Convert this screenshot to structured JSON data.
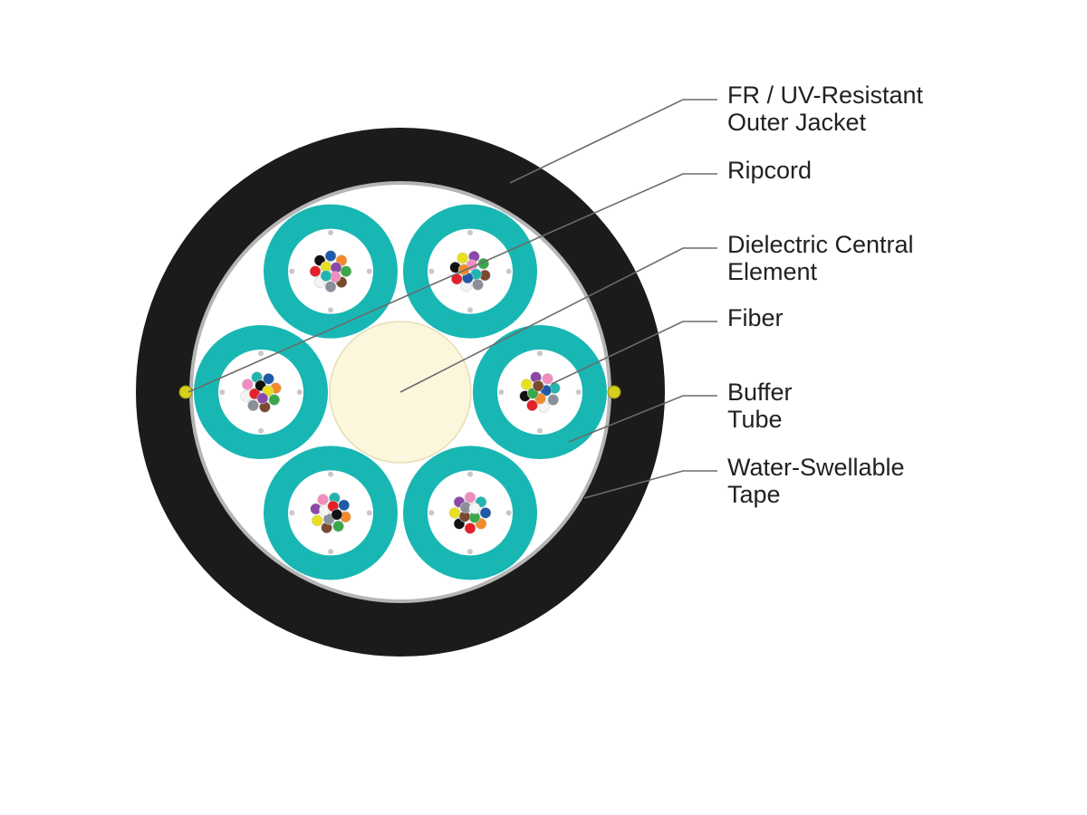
{
  "diagram": {
    "colors": {
      "outer_jacket": "#1c1a1b",
      "jacket_inner_ring": "#b5b5b5",
      "tape_fill": "#ffffff",
      "buffer_tube": "#18b7b4",
      "central_element": "#fcf7dc",
      "central_element_stroke": "#e4ddb3",
      "leader_line": "#6b6b6b",
      "label_text": "#231f20",
      "ripcord": "#d6cf1e"
    },
    "fiber_colors": [
      "#1f5aa8",
      "#f28a2a",
      "#3aa84a",
      "#7a4a2f",
      "#8a8f99",
      "#f4f4f4",
      "#e4202a",
      "#111111",
      "#e8e01e",
      "#8b48a8",
      "#f08dbe",
      "#22b5b0"
    ],
    "buffer_tube_count": 6,
    "fibers_per_tube": 12,
    "labels": [
      {
        "id": "outer-jacket",
        "lines": [
          "FR / UV-Resistant",
          "Outer Jacket"
        ]
      },
      {
        "id": "ripcord",
        "lines": [
          "Ripcord"
        ]
      },
      {
        "id": "central-element",
        "lines": [
          "Dielectric Central",
          "Element"
        ]
      },
      {
        "id": "fiber",
        "lines": [
          "Fiber"
        ]
      },
      {
        "id": "buffer-tube",
        "lines": [
          "Buffer",
          "Tube"
        ]
      },
      {
        "id": "water-swellable-tape",
        "lines": [
          "Water-Swellable",
          "Tape"
        ]
      }
    ]
  }
}
